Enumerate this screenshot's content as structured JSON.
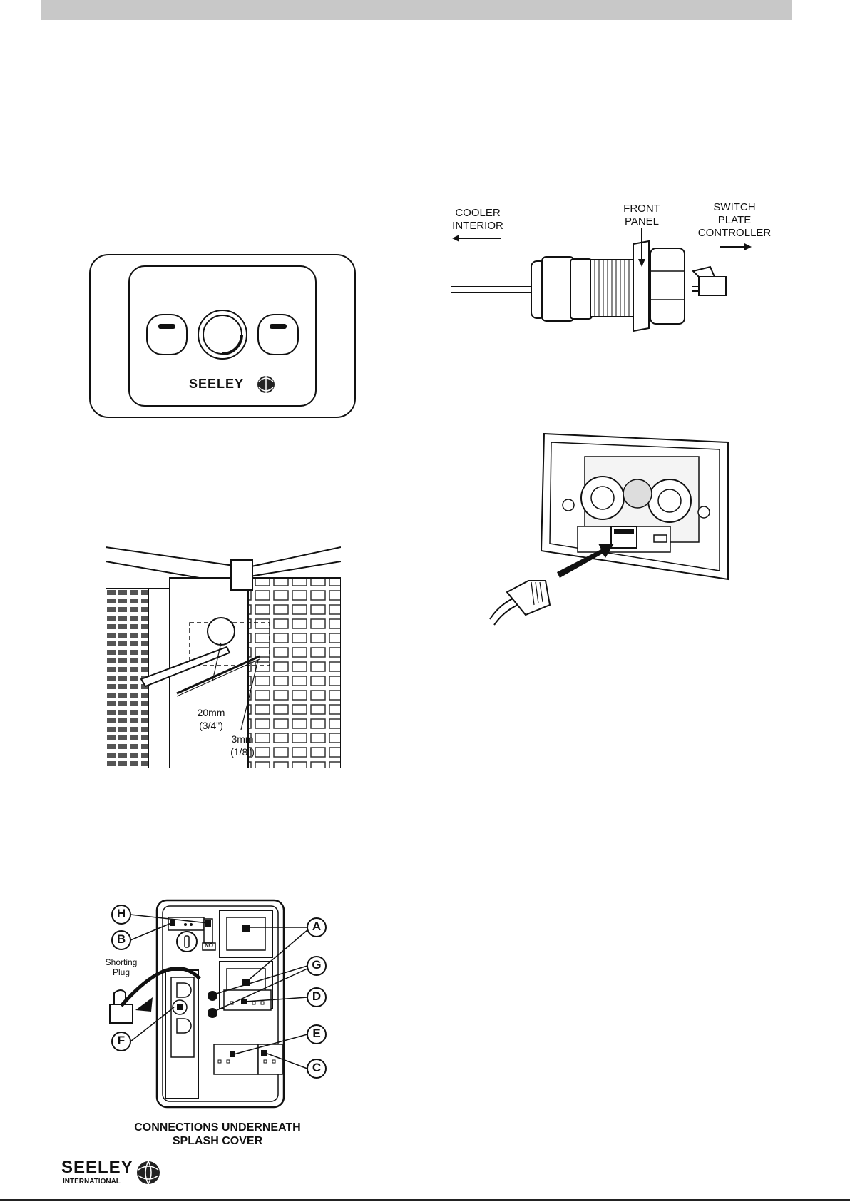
{
  "gland_figure": {
    "cooler_interior": "COOLER\nINTERIOR",
    "front_panel": "FRONT\nPANEL",
    "switch_plate_controller": "SWITCH\nPLATE\nCONTROLLER"
  },
  "switch_plate_figure": {
    "brand": "SEELEY"
  },
  "drill_figure": {
    "hole_large": "20mm\n(3/4\")",
    "hole_small": "3mm\n(1/8\")"
  },
  "connections_figure": {
    "callouts": [
      "A",
      "B",
      "C",
      "D",
      "E",
      "F",
      "G",
      "H"
    ],
    "shorting_plug": "Shorting\nPlug",
    "switch_text": "NO",
    "caption": "CONNECTIONS UNDERNEATH\nSPLASH COVER"
  },
  "footer": {
    "brand": "SEELEY",
    "sub": "INTERNATIONAL"
  }
}
